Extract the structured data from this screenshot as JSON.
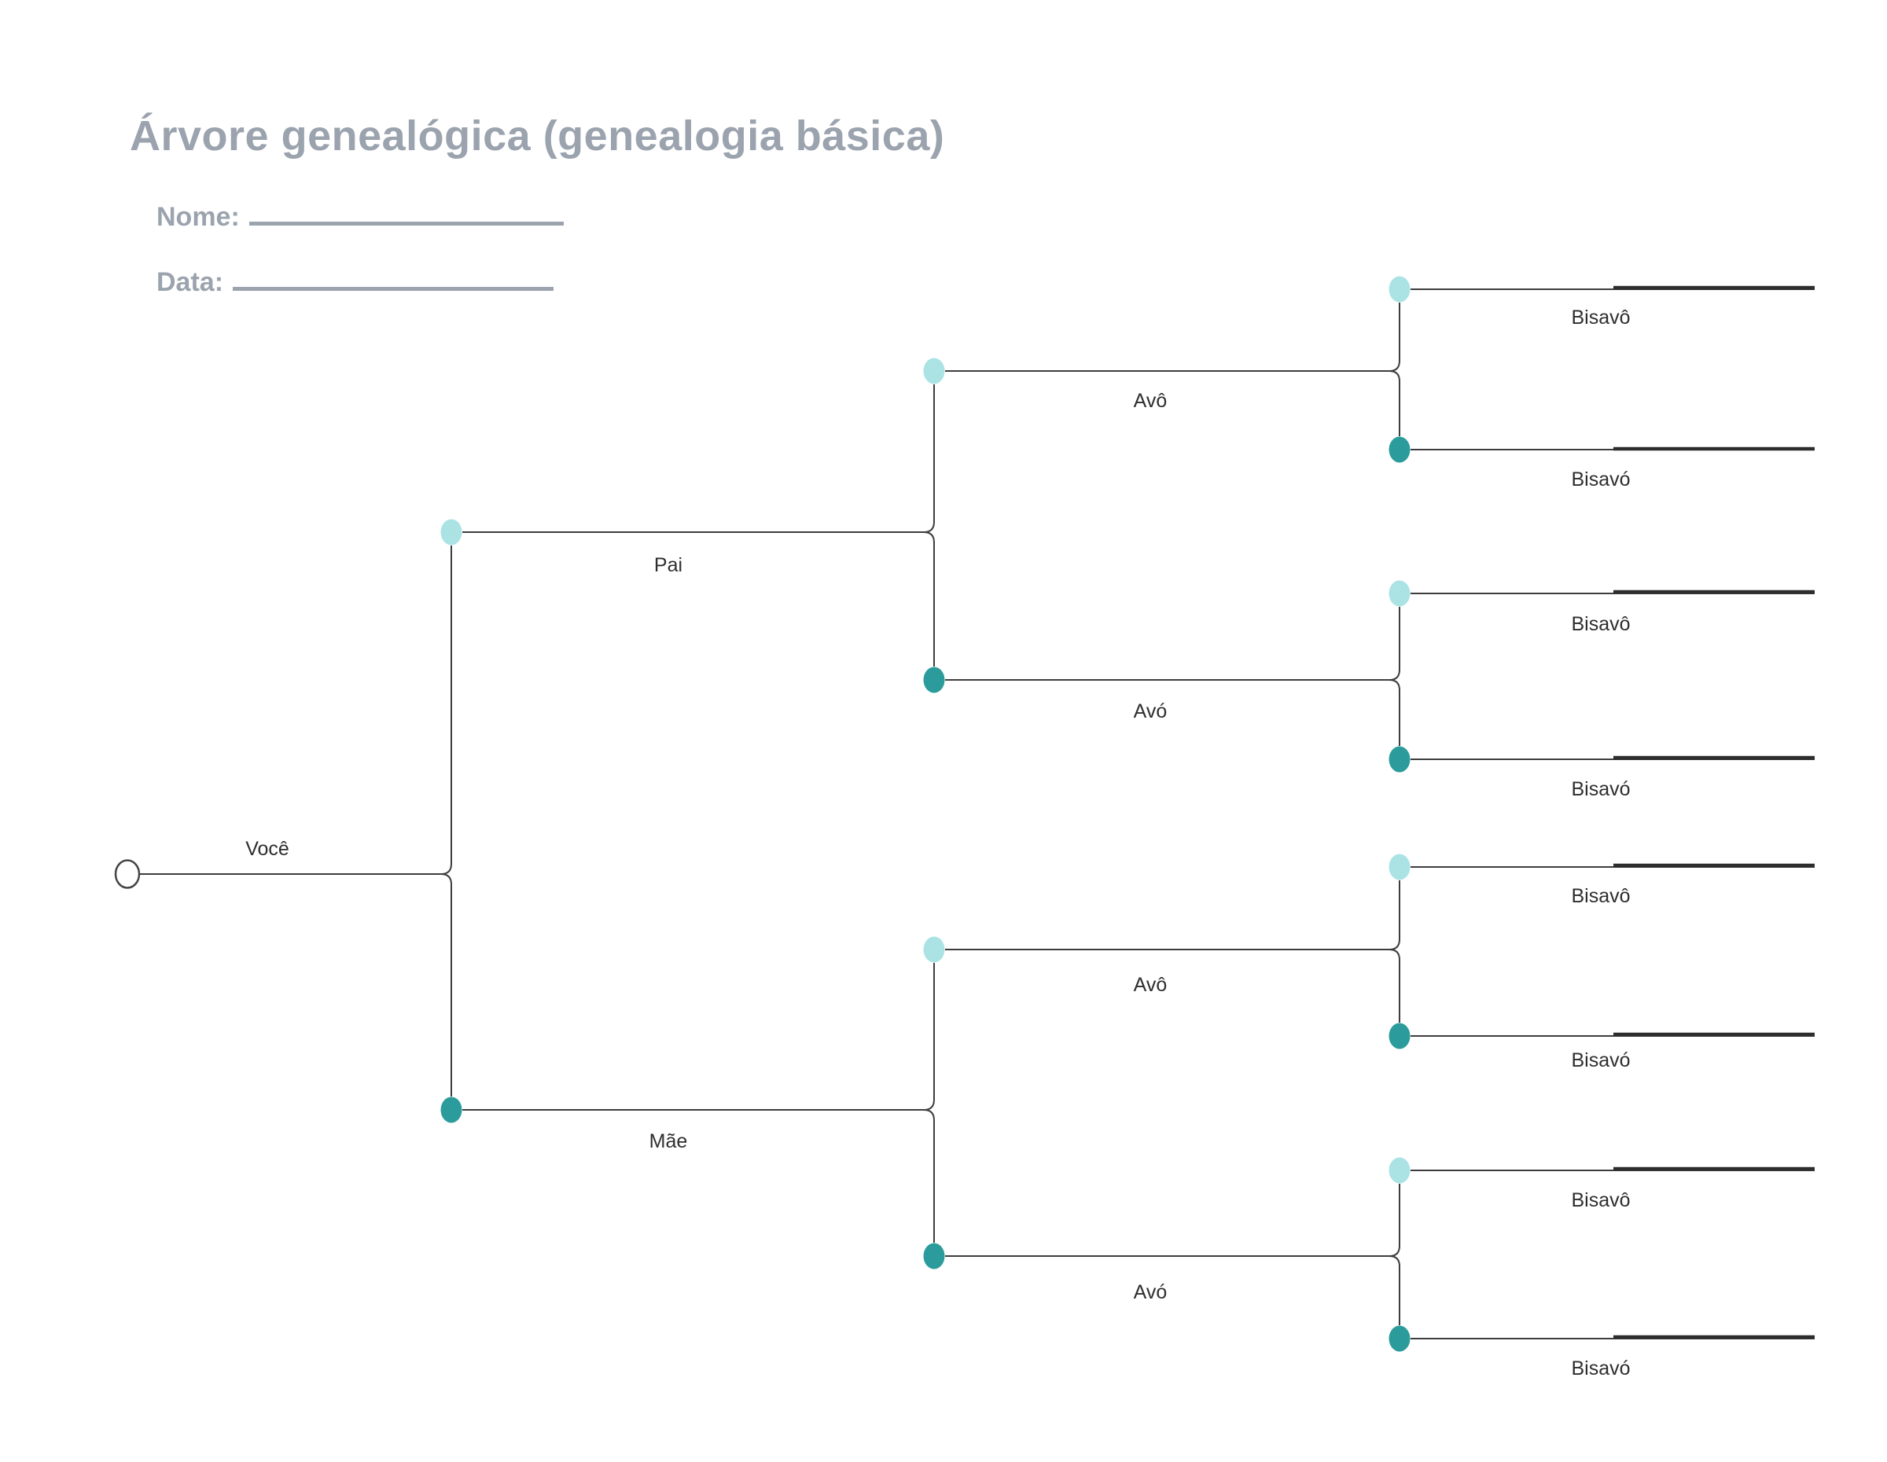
{
  "title": "Árvore genealógica (genealogia básica)",
  "form": {
    "name_label": "Nome:",
    "name_value": "",
    "date_label": "Data:",
    "date_value": ""
  },
  "colors": {
    "male_node": "#abe3e5",
    "female_node": "#2b9c9b",
    "connector_line": "#3d3d3d",
    "blank_name_line": "#2d2d2d",
    "muted_text": "#9ba3ae",
    "label_text": "#2e2e2e",
    "self_node_fill": "#ffffff"
  },
  "tree": {
    "self_label": "Você",
    "father_label": "Pai",
    "mother_label": "Mãe",
    "grandparents": [
      "Avô",
      "Avó",
      "Avô",
      "Avó"
    ],
    "great_grandparents": [
      "Bisavô",
      "Bisavó",
      "Bisavô",
      "Bisavó",
      "Bisavô",
      "Bisavó",
      "Bisavô",
      "Bisavó"
    ]
  }
}
